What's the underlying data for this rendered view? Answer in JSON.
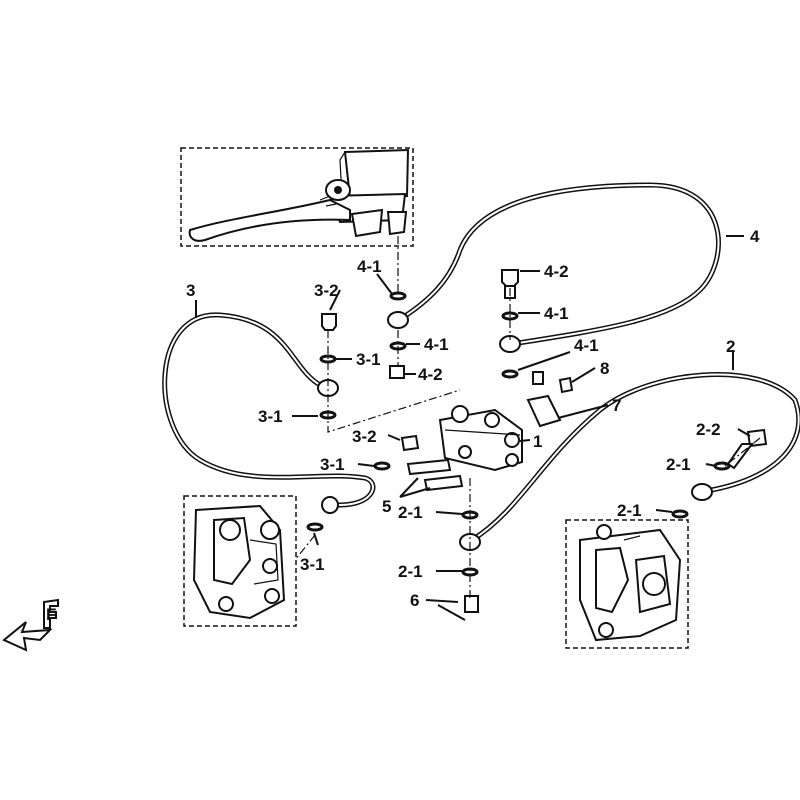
{
  "callouts": {
    "c1": "1",
    "c2": "2",
    "c2_1a": "2-1",
    "c2_1b": "2-1",
    "c2_1c": "2-1",
    "c2_1d": "2-1",
    "c2_2": "2-2",
    "c3": "3",
    "c3_1a": "3-1",
    "c3_1b": "3-1",
    "c3_1c": "3-1",
    "c3_1d": "3-1",
    "c3_2a": "3-2",
    "c3_2b": "3-2",
    "c4": "4",
    "c4_1a": "4-1",
    "c4_1b": "4-1",
    "c4_1c": "4-1",
    "c4_1d": "4-1",
    "c4_2a": "4-2",
    "c4_2b": "4-2",
    "c5": "5",
    "c6": "6",
    "c7": "7",
    "c8": "8"
  },
  "front_arrow": {
    "letter": "F"
  },
  "colors": {
    "ink": "#111111",
    "background": "#ffffff"
  }
}
